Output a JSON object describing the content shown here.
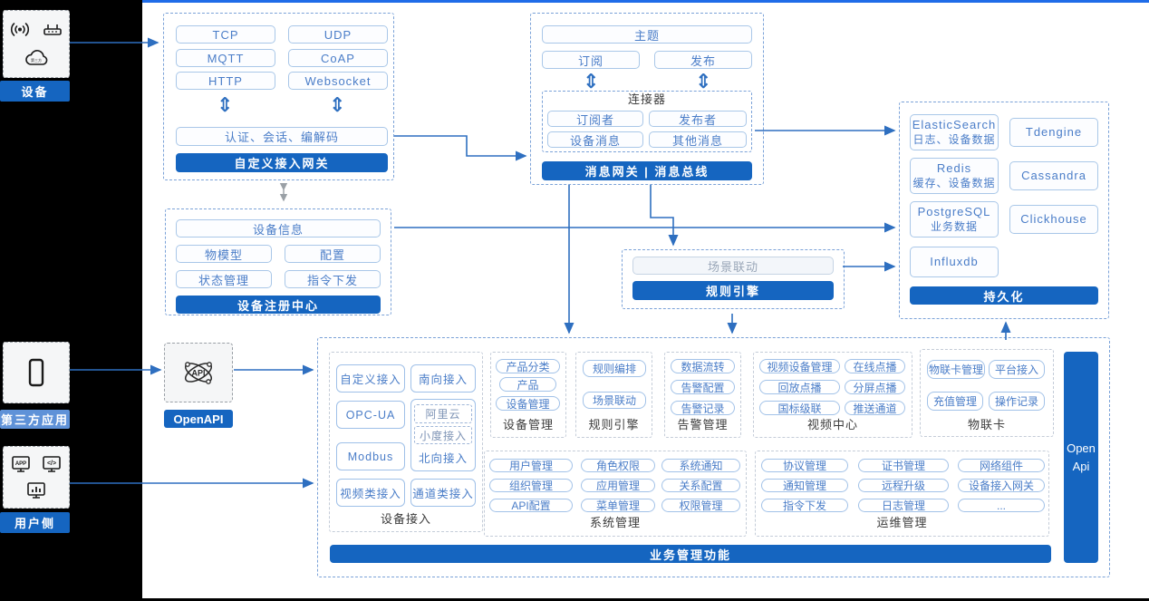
{
  "colors": {
    "accent": "#1565c0",
    "top_line": "#1f6ce8",
    "pill_border": "#a9c7e8",
    "pill_text": "#4a7dc8",
    "arrow": "#2e6fc0",
    "third_party_label_bg": "#5f92d8"
  },
  "left_rail": {
    "device": {
      "label": "设备",
      "icons": [
        "signal-icon",
        "router-icon",
        "cloud-icon"
      ]
    },
    "third_party": {
      "label": "第三方应用",
      "icons": [
        "phone-icon"
      ]
    },
    "user_side": {
      "label": "用户侧",
      "icons": [
        "app-window-icon",
        "code-window-icon",
        "chart-monitor-icon"
      ]
    }
  },
  "gateway": {
    "title": "自定义接入网关",
    "protocols": [
      "TCP",
      "UDP",
      "MQTT",
      "CoAP",
      "HTTP",
      "Websocket"
    ],
    "session": "认证、会话、编解码"
  },
  "message_bus": {
    "title": "消息网关 | 消息总线",
    "topic": "主题",
    "subscribe": "订阅",
    "publish": "发布",
    "connector": {
      "title": "连接器",
      "items": [
        "订阅者",
        "发布者",
        "设备消息",
        "其他消息"
      ]
    }
  },
  "persistence": {
    "title": "持久化",
    "stores": [
      {
        "name": "ElasticSearch",
        "desc": "日志、设备数据"
      },
      {
        "name": "Tdengine"
      },
      {
        "name": "Redis",
        "desc": "缓存、设备数据"
      },
      {
        "name": "Cassandra"
      },
      {
        "name": "PostgreSQL",
        "desc": "业务数据"
      },
      {
        "name": "Clickhouse"
      },
      {
        "name": "Influxdb"
      }
    ]
  },
  "registry": {
    "title": "设备注册中心",
    "info": "设备信息",
    "items": [
      "物模型",
      "配置",
      "状态管理",
      "指令下发"
    ]
  },
  "rule_engine": {
    "title": "规则引擎",
    "item": "场景联动"
  },
  "openapi": {
    "label": "OpenAPI",
    "icon": "api-network-icon"
  },
  "business": {
    "title": "业务管理功能",
    "open_api_line1": "Open",
    "open_api_line2": "Api",
    "device_access": {
      "label": "设备接入",
      "items": [
        "自定义接入",
        "南向接入",
        "OPC-UA",
        "Modbus",
        "视频类接入",
        "通道类接入"
      ],
      "north_gateway": {
        "label": "北向接入",
        "items": [
          "阿里云",
          "小度接入"
        ]
      }
    },
    "device_mgmt": {
      "label": "设备管理",
      "items": [
        "产品分类",
        "产品",
        "设备管理"
      ]
    },
    "rule": {
      "label": "规则引擎",
      "items": [
        "规则编排",
        "场景联动"
      ]
    },
    "alarm": {
      "label": "告警管理",
      "items": [
        "数据流转",
        "告警配置",
        "告警记录"
      ]
    },
    "video": {
      "label": "视频中心",
      "items": [
        "视频设备管理",
        "在线点播",
        "回放点播",
        "分屏点播",
        "国标级联",
        "推送通道"
      ]
    },
    "iot_card": {
      "label": "物联卡",
      "items": [
        "物联卡管理",
        "平台接入",
        "充值管理",
        "操作记录"
      ]
    },
    "system": {
      "label": "系统管理",
      "items": [
        "用户管理",
        "角色权限",
        "系统通知",
        "组织管理",
        "应用管理",
        "关系配置",
        "API配置",
        "菜单管理",
        "权限管理"
      ]
    },
    "ops": {
      "label": "运维管理",
      "items": [
        "协议管理",
        "证书管理",
        "网络组件",
        "通知管理",
        "远程升级",
        "设备接入网关",
        "指令下发",
        "日志管理",
        "..."
      ]
    }
  }
}
